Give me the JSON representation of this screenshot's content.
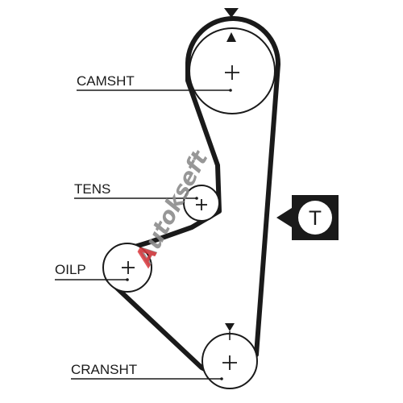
{
  "labels": {
    "camshaft": "CAMSHT",
    "tensioner": "TENS",
    "oil_pump": "OILP",
    "crankshaft": "CRANSHT"
  },
  "tension_marker": {
    "letter": "T"
  },
  "watermark": {
    "text": "Autokseft"
  },
  "colors": {
    "line": "#1a1a1a",
    "box": "#1a1a1a",
    "watermark_red": "#d9262b",
    "watermark_gray": "#8c8c8c"
  },
  "icons": {
    "timing_mark": "down-triangle-icon",
    "pulley_center": "plus-icon",
    "pointer": "left-triangle-icon"
  }
}
